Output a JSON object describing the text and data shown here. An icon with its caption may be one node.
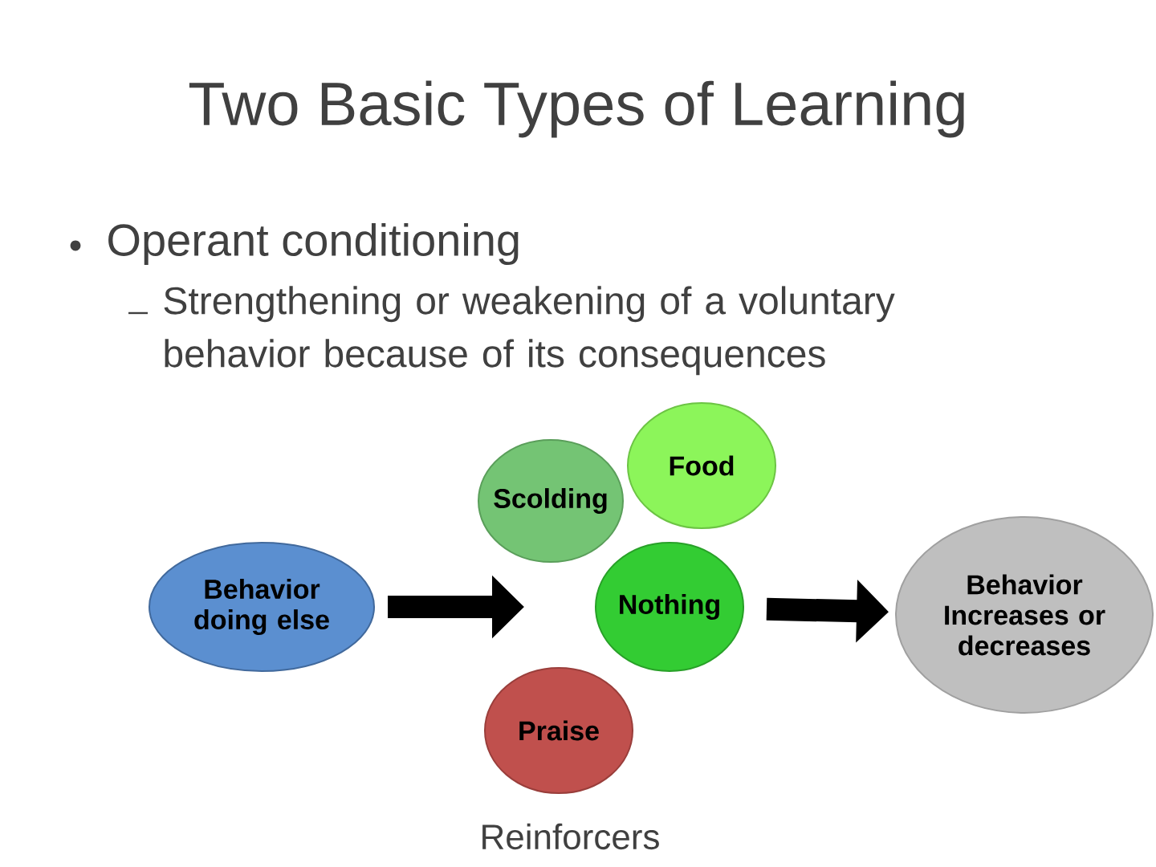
{
  "diagram": {
    "title": "Two Basic Types of Learning",
    "nodes": [
      {
        "text": [
          "Behavior doing else"
        ]
      },
      {
        "text": [
          "Scolding"
        ]
      },
      {
        "text": [
          "Food"
        ]
      },
      {
        "text": [
          "Nothing"
        ]
      },
      {
        "text": [
          "Praise"
        ]
      },
      {
        "text": [
          "Behavior Increases or decreases"
        ]
      }
    ],
    "edges": [
      {
        "from": 0,
        "to": null,
        "arrow": "to"
      },
      {
        "from": 3,
        "to": 5,
        "arrow": "to"
      }
    ],
    "labels": [
      "Operant conditioning",
      "Strengthening or weakening of a voluntary behavior because of its consequences",
      "Reinforcers"
    ]
  }
}
